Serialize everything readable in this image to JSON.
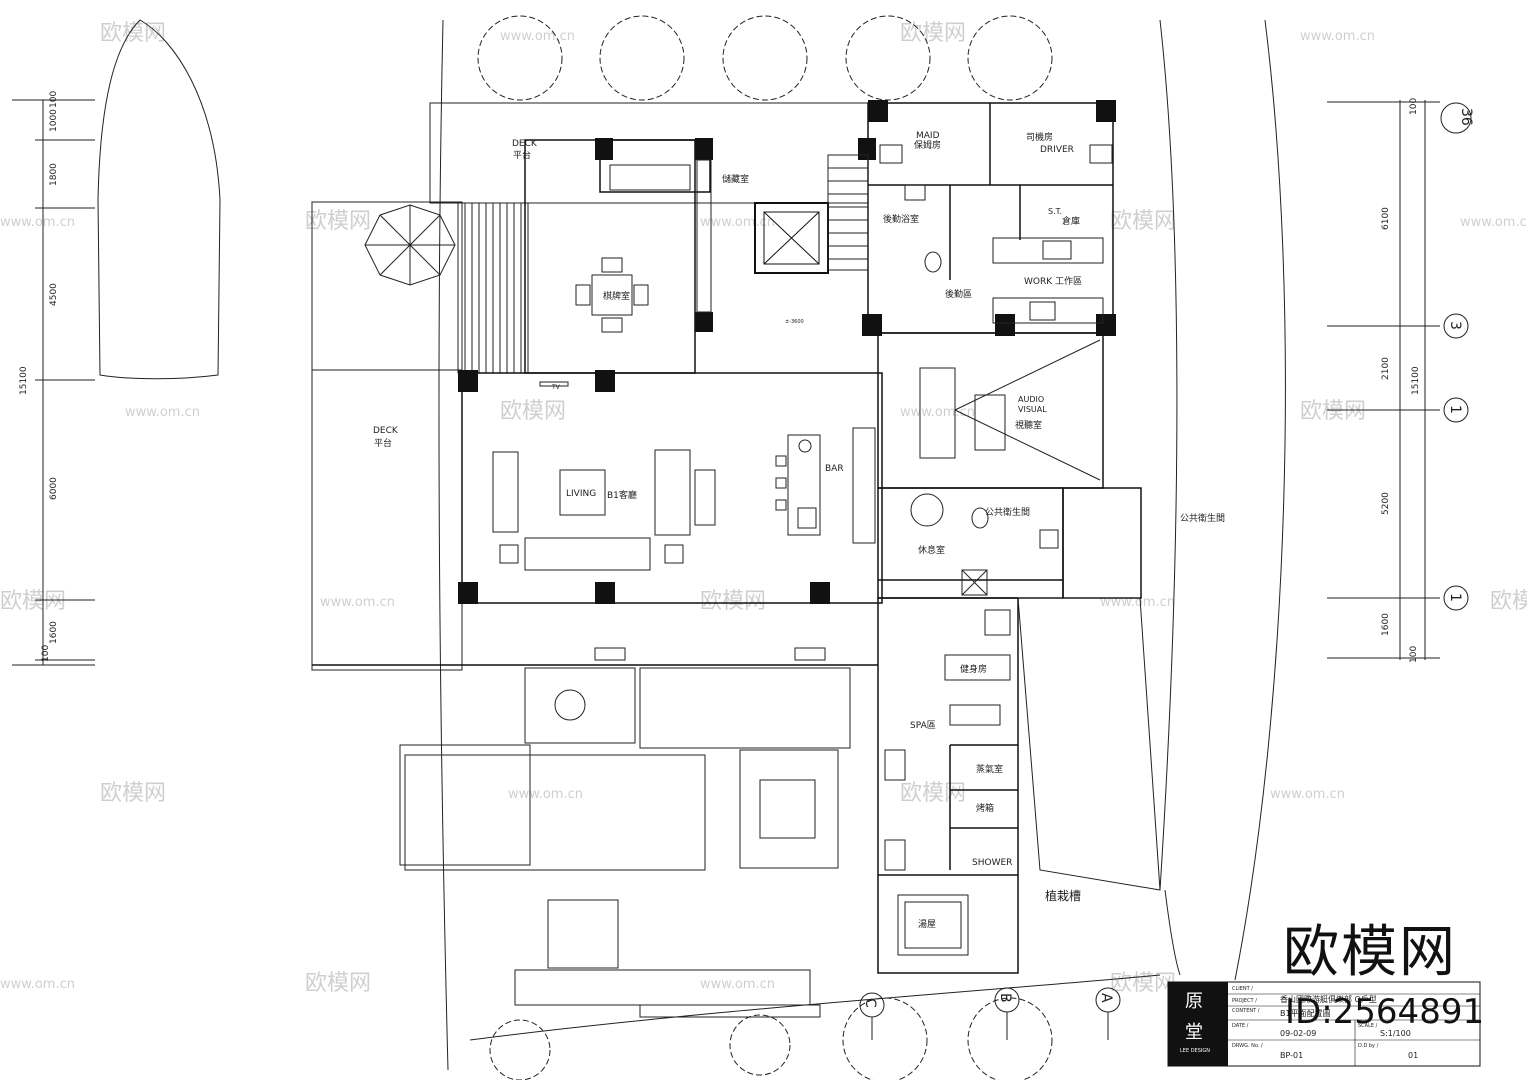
{
  "plan": {
    "rooms": {
      "deck_upper_en": "DECK",
      "deck_upper_zh": "平台",
      "deck_lower_en": "DECK",
      "deck_lower_zh": "平台",
      "storage": "儲藏室",
      "mahjong": "棋牌室",
      "tv": "TV",
      "living_en": "LIVING",
      "living_zh": "B1客廳",
      "bar": "BAR",
      "maid_en": "MAID",
      "maid_zh": "保姆房",
      "driver_zh": "司機房",
      "driver_en": "DRIVER",
      "back_bath": "後勤浴室",
      "st_en": "S.T.",
      "st_zh": "倉庫",
      "work": "WORK 工作區",
      "back_area": "後勤區",
      "av_en_1": "AUDIO",
      "av_en_2": "VISUAL",
      "av_zh": "視聽室",
      "public_wc": "公共衛生間",
      "public_wc_outside": "公共衛生間",
      "lounge": "休息室",
      "gym": "健身房",
      "spa": "SPA區",
      "steam": "蒸氣室",
      "sauna": "烤箱",
      "shower": "SHOWER",
      "bath_house": "湯屋",
      "planter": "植栽槽",
      "elev_marker": "±-3600"
    },
    "dims_left": [
      "100",
      "1000",
      "1800",
      "4500",
      "6000",
      "1600",
      "100"
    ],
    "dim_left_total": "15100",
    "dims_right": [
      "100",
      "6100",
      "2100",
      "5200",
      "1600",
      "100"
    ],
    "dim_right_total": "15100",
    "grid_right": [
      "36",
      "3",
      "1",
      "1"
    ],
    "grid_bottom": [
      "C",
      "B",
      "A"
    ]
  },
  "title_block": {
    "logo_top": "原",
    "logo_bottom": "堂",
    "logo_caption": "LEE DESIGN",
    "client_label": "CLIENT /",
    "project_label": "PROJECT /",
    "project": "香山國際游艇俱樂部 O戶型",
    "content_label": "CONTENT /",
    "content": "B1平面配置圖",
    "date_label": "DATE /",
    "date": "09-02-09",
    "scale_label": "SCALE /",
    "scale": "S:1/100",
    "dwg_label": "DRWG. No. /",
    "dwg": "BP-01",
    "drawn_label": "D.D by /",
    "sheet": "01"
  },
  "watermark": {
    "brand": "欧模网",
    "url": "www.om.cn",
    "id": "ID:2564891"
  }
}
